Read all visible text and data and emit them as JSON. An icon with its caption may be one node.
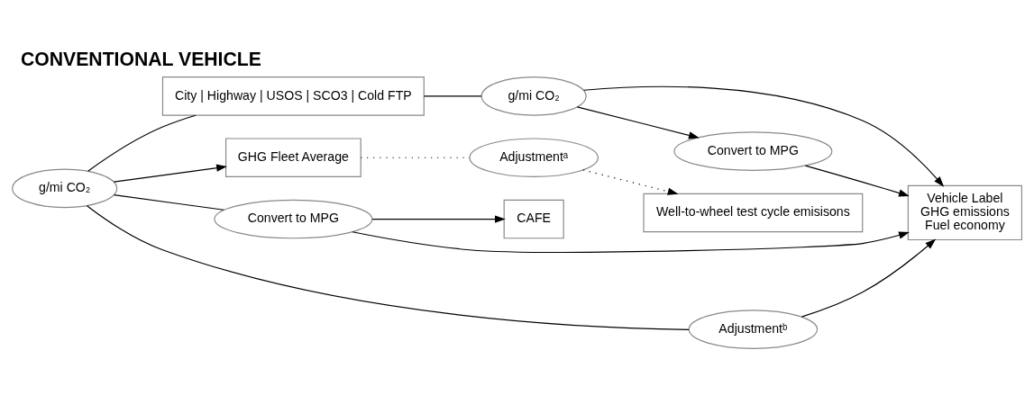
{
  "diagram": {
    "title": "CONVENTIONAL VEHICLE",
    "nodes": [
      {
        "text": [
          "g/mi CO₂"
        ]
      },
      {
        "text": [
          "City | Highway | USOS | SCO3 | Cold FTP"
        ]
      },
      {
        "text": [
          "GHG Fleet Average"
        ]
      },
      {
        "text": [
          "Adjustmentᵃ"
        ]
      },
      {
        "text": [
          "Well-to-wheel test cycle emisisons"
        ]
      },
      {
        "text": [
          "Convert to MPG"
        ]
      },
      {
        "text": [
          "CAFE"
        ]
      },
      {
        "text": [
          "Adjustmentᵇ"
        ]
      },
      {
        "text": [
          "Vehicle Label",
          "GHG emissions",
          "Fuel economy"
        ]
      },
      {
        "text": [
          "g/mi CO₂"
        ]
      },
      {
        "text": [
          "Convert to MPG"
        ]
      }
    ],
    "edges": [
      {
        "from": 0,
        "to": 2,
        "arrow": "to"
      },
      {
        "from": 0,
        "to": 5,
        "arrow": "none"
      },
      {
        "from": 0,
        "to": 7,
        "arrow": "none"
      },
      {
        "from": 2,
        "to": 3,
        "arrow": "none",
        "style": "dashed"
      },
      {
        "from": 3,
        "to": 4,
        "arrow": "to",
        "style": "dashed"
      },
      {
        "from": 5,
        "to": 6,
        "arrow": "to"
      },
      {
        "from": 5,
        "to": 8,
        "arrow": "to"
      },
      {
        "from": 7,
        "to": 8,
        "arrow": "to"
      },
      {
        "from": 0,
        "to": 1,
        "arrow": "none"
      },
      {
        "from": 1,
        "to": 9,
        "arrow": "none"
      },
      {
        "from": 9,
        "to": 8,
        "arrow": "to"
      },
      {
        "from": 9,
        "to": 10,
        "arrow": "to"
      },
      {
        "from": 10,
        "to": 8,
        "arrow": "to"
      }
    ]
  }
}
